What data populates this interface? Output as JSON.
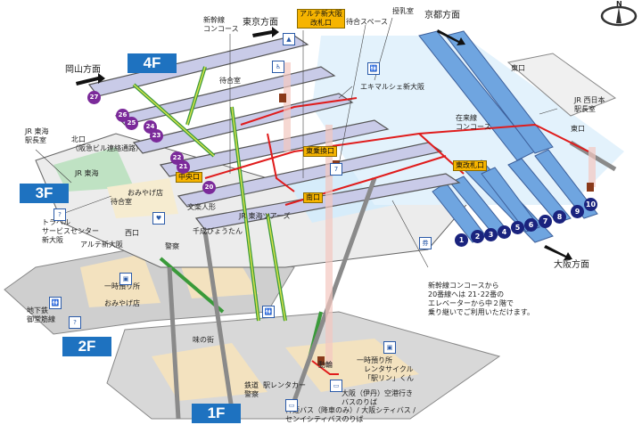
{
  "floors": [
    "4F",
    "3F",
    "2F",
    "1F"
  ],
  "directions": {
    "okayama": "岡山方面",
    "tokyo": "東京方面",
    "kyoto": "京都方面",
    "osaka": "大阪方面"
  },
  "compass": {
    "label": "N"
  },
  "gates": {
    "arute": "アルテ新大阪\n改札口",
    "chuo": "中央口",
    "higashi_norikae": "東乗換口",
    "minami": "南口",
    "higashi_kaisatsu": "東改札口"
  },
  "labels": {
    "shinkansen_concourse": "新幹線\nコンコース",
    "machiai_top": "待合室",
    "machiai_space": "待合スペース",
    "junyushitsu": "授乳室",
    "ekimarche": "エキマルシェ新大阪",
    "higashiguchi_top": "東口",
    "jr_west_office": "JR 西日本\n駅長室",
    "higashiguchi": "東口",
    "zairaisen_concourse": "在来線\nコンコース",
    "jr_central_office": "JR 東海\n駅長室",
    "kitaguchi": "北口\n（阪急ビル連絡通路）",
    "jr_tokai": "JR 東海",
    "omiyage_3f": "おみやげ店",
    "machiai_3f": "待合室",
    "travel_center": "トラベル\nサービスセンター\n新大阪",
    "nishiguchi": "西口",
    "bunraku": "文楽人形",
    "jr_tokai_tours": "JR 東海ツアーズ",
    "sennari": "千成びょうたん",
    "keisatsu_3f": "警察",
    "arute_shin_osaka": "アルテ新大阪",
    "ichiji_2f": "一時預り所",
    "omiyage_2f": "おみやげ店",
    "subway": "地下鉄\n御堂筋線",
    "aji_no_machi": "味の街",
    "ichiji_1f": "一時預り所",
    "rental_cycle": "レンタサイクル\n「駅リン」くん",
    "dowa": "動輪",
    "rail_police": "鉄道\n警察",
    "rent_a_car": "駅レンタカー",
    "airport_bus": "大阪（伊丹）空港行き\nバスのりば",
    "city_bus": "神姫バス（降車のみ）/ 大阪シティバス /\nセンイシティバスのりば",
    "note": "新幹線コンコースから\n20番線へは 21･22番の\nエレベーターから中２階で\n乗り継いでご利用いただけます。"
  },
  "platforms_conventional": [
    "1",
    "2",
    "3",
    "4",
    "5",
    "6",
    "7",
    "8",
    "9",
    "10"
  ],
  "platforms_shinkansen": [
    "20",
    "21",
    "22",
    "23",
    "24",
    "25",
    "26",
    "27"
  ],
  "colors": {
    "floor_badge": "#1e72c0",
    "gate_badge": "#f6b400",
    "route_red": "#e01c1c",
    "conventional_platform": "#1a237e",
    "shinkansen_track": "#7b2a9a",
    "platform_surface": "#6fa5e0",
    "escalator_green": "#3a9a3a"
  }
}
